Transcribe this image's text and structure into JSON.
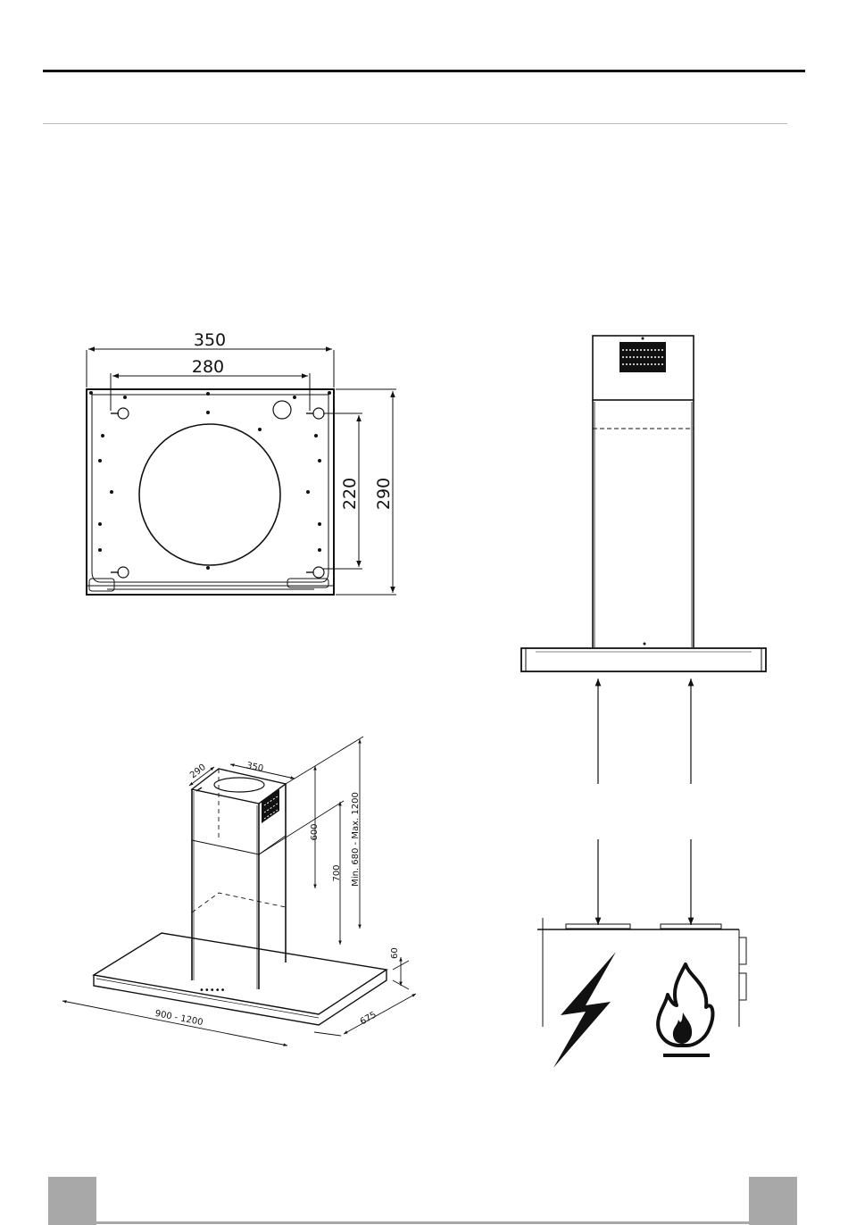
{
  "top_view": {
    "width_outer": "350",
    "width_holes": "280",
    "height_holes": "220",
    "height_outer": "290"
  },
  "iso_view": {
    "chimney_depth": "290",
    "chimney_width": "350",
    "upper_height": "600",
    "lower_height": "700",
    "total_height": "Min. 680 - Max. 1200",
    "canopy_height": "60",
    "canopy_width": "900 - 1200",
    "canopy_depth": "675"
  },
  "colors": {
    "line": "#111111",
    "footer": "#a8a8a8",
    "rule": "#bdbdbd"
  }
}
